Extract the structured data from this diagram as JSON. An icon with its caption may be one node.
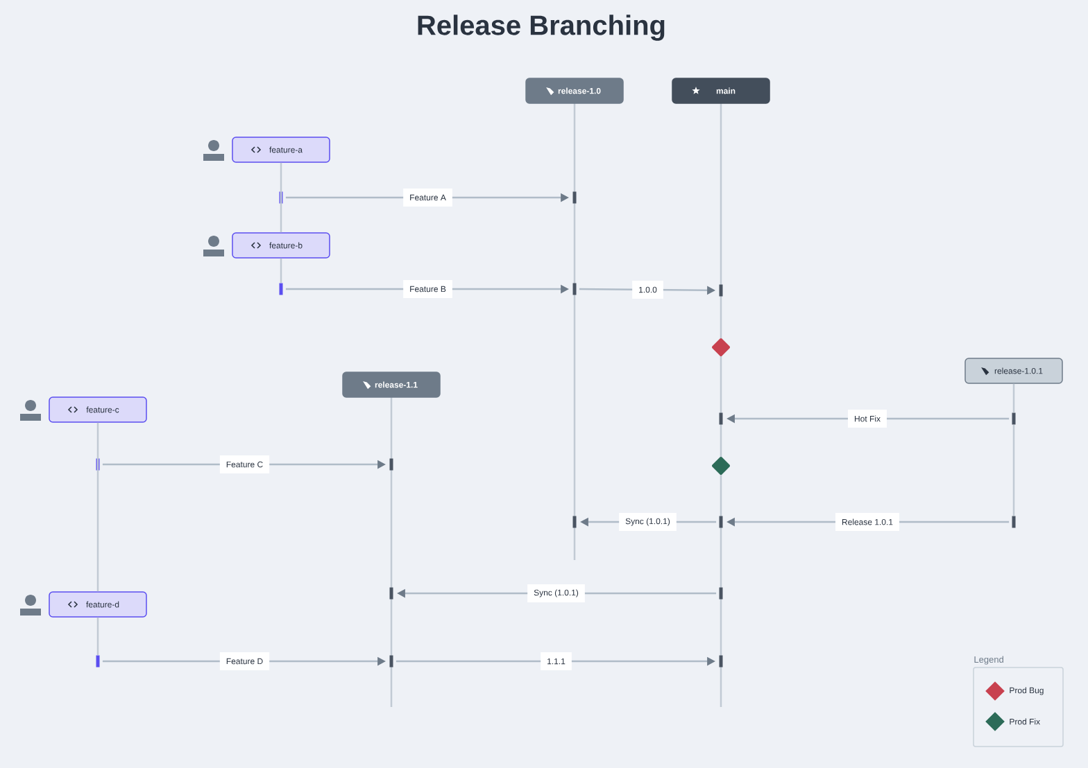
{
  "diagram": {
    "title": "Release Branching",
    "nodes": [
      {
        "text": [
          "release-1.0"
        ]
      },
      {
        "text": [
          "main"
        ]
      },
      {
        "text": [
          "feature-a"
        ]
      },
      {
        "text": [],
        "shape": "bar"
      },
      {
        "text": [],
        "shape": "bar"
      },
      {
        "text": [
          "feature-b"
        ]
      },
      {
        "text": [],
        "shape": "bar"
      },
      {
        "text": [],
        "shape": "bar"
      },
      {
        "text": [],
        "shape": "bar"
      },
      {
        "text": [],
        "shape": "diamond"
      },
      {
        "text": [
          "release-1.1"
        ]
      },
      {
        "text": [
          "release-1.0.1"
        ]
      },
      {
        "text": [
          "feature-c"
        ]
      },
      {
        "text": [],
        "shape": "bar"
      },
      {
        "text": [],
        "shape": "bar"
      },
      {
        "text": [],
        "shape": "bar"
      },
      {
        "text": [],
        "shape": "bar"
      },
      {
        "text": [],
        "shape": "diamond"
      },
      {
        "text": [],
        "shape": "bar"
      },
      {
        "text": [],
        "shape": "bar"
      },
      {
        "text": [],
        "shape": "bar"
      },
      {
        "text": [],
        "shape": "bar"
      },
      {
        "text": [],
        "shape": "bar"
      },
      {
        "text": [
          "feature-d"
        ]
      },
      {
        "text": [],
        "shape": "bar"
      },
      {
        "text": [],
        "shape": "bar"
      },
      {
        "text": [],
        "shape": "bar"
      }
    ],
    "edges": [
      {
        "from": 3,
        "to": 4,
        "arrow": "to",
        "label": "Feature A"
      },
      {
        "from": 6,
        "to": 7,
        "arrow": "to",
        "label": "Feature B"
      },
      {
        "from": 7,
        "to": 8,
        "arrow": "to",
        "label": "1.0.0"
      },
      {
        "from": 14,
        "to": 13,
        "arrow": "to",
        "label": "Hot Fix"
      },
      {
        "from": 15,
        "to": 16,
        "arrow": "to",
        "label": "Feature C"
      },
      {
        "from": 20,
        "to": 19,
        "arrow": "to",
        "label": "Release 1.0.1"
      },
      {
        "from": 19,
        "to": 18,
        "arrow": "to",
        "label": "Sync (1.0.1)"
      },
      {
        "from": 22,
        "to": 21,
        "arrow": "to",
        "label": "Sync (1.0.1)"
      },
      {
        "from": 24,
        "to": 25,
        "arrow": "to",
        "label": "Feature D"
      },
      {
        "from": 25,
        "to": 26,
        "arrow": "to",
        "label": "1.1.1"
      },
      {
        "from": 2,
        "to": 5,
        "arrow": "none"
      },
      {
        "from": 5,
        "to": 6,
        "arrow": "none"
      },
      {
        "from": 12,
        "to": 23,
        "arrow": "none"
      },
      {
        "from": 23,
        "to": 24,
        "arrow": "none"
      },
      {
        "from": 11,
        "to": 14,
        "arrow": "none"
      },
      {
        "from": 14,
        "to": 20,
        "arrow": "none"
      }
    ],
    "labels": [
      "Legend"
    ],
    "legend": [
      {
        "text": "Prod Bug",
        "color": "#c8414f"
      },
      {
        "text": "Prod Fix",
        "color": "#2c6b58"
      }
    ]
  }
}
